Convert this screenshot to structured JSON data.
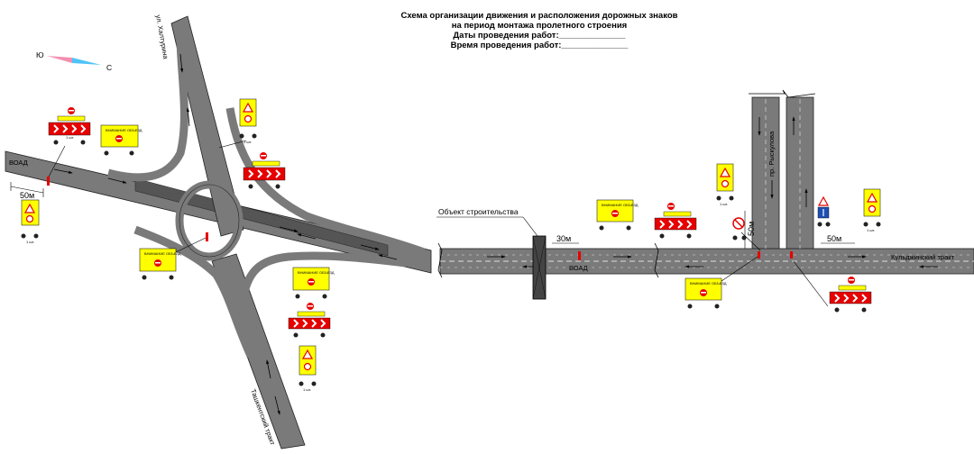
{
  "title": {
    "line1": "Схема организации движения и расположения дорожных знаков",
    "line2": "на период монтажа пролетного строения",
    "line3": "Даты проведения работ:______________",
    "line4": "Время проведения работ:______________"
  },
  "compass": {
    "south_label": "Ю",
    "north_label": "С"
  },
  "roads": {
    "khalturina": "ул. Халтурина",
    "voad_left": "ВОАД",
    "voad_right": "ВОАД",
    "tashkent": "Ташкентский тракт",
    "rysqulova": "пр. Рыскулова",
    "kuldzha": "Кульджинский тракт"
  },
  "object_label": "Объект строительства",
  "distances": {
    "d_left": "50м",
    "d_center": "30м",
    "d_vertical": "50м",
    "d_right": "50м"
  },
  "sign_qty": "1 шт.",
  "sign_plate": "ВНИМАНИЕ ОБЪЕЗД",
  "colors": {
    "road": "#7a7a7a",
    "yellow": "#ffff00",
    "red": "#e60000",
    "blue": "#1f4fb5",
    "lane": "#ffffff"
  }
}
